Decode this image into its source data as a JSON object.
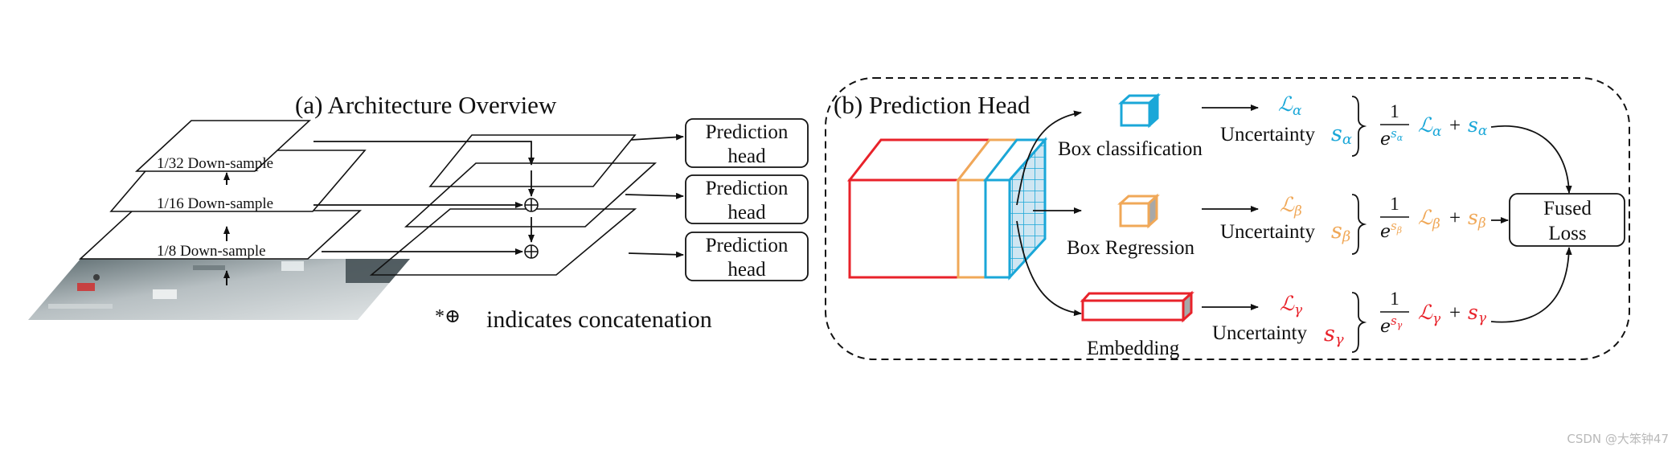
{
  "panel_a": {
    "title": "(a) Architecture Overview",
    "layers": [
      "1/32 Down-sample",
      "1/16 Down-sample",
      "1/8 Down-sample"
    ],
    "concat_symbol": "*⊕",
    "concat_note": "indicates concatenation",
    "heads": [
      {
        "line1": "Prediction",
        "line2": "head"
      },
      {
        "line1": "Prediction",
        "line2": "head"
      },
      {
        "line1": "Prediction",
        "line2": "head"
      }
    ]
  },
  "panel_b": {
    "title": "(b) Prediction Head",
    "branches": [
      {
        "name": "Box classification",
        "uncertainty": "Uncertainty",
        "s": "s",
        "sub": "α",
        "L": "ℒ",
        "color": "#1aa7d8"
      },
      {
        "name": "Box Regression",
        "uncertainty": "Uncertainty",
        "s": "s",
        "sub": "β",
        "L": "ℒ",
        "color": "#f0a858"
      },
      {
        "name": "Embedding",
        "uncertainty": "Uncertainty",
        "s": "s",
        "sub": "γ",
        "L": "ℒ",
        "color": "#e8222a"
      }
    ],
    "formula": {
      "numerator": "1",
      "base": "e",
      "plus": "+"
    },
    "fused": {
      "line1": "Fused",
      "line2": "Loss"
    }
  },
  "colors": {
    "red": "#e8222a",
    "orange": "#f0a858",
    "blue": "#1aa7d8",
    "grid_fill": "#cfe6f2",
    "street_tint": "#9aa3a6"
  },
  "watermark": "CSDN @大笨钟47"
}
